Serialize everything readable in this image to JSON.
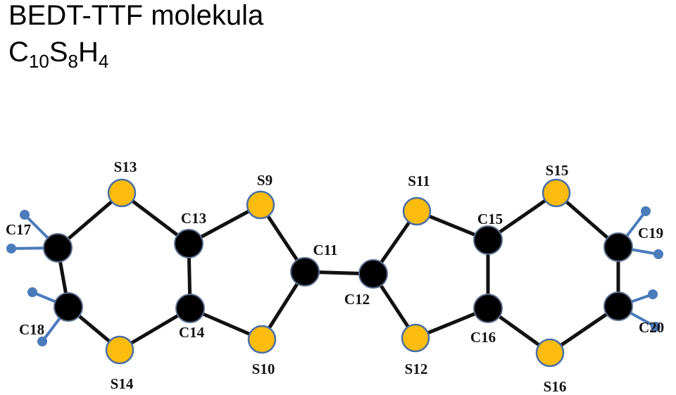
{
  "title": "BEDT-TTF molekula",
  "formula": {
    "parts": [
      {
        "text": "C"
      },
      {
        "sub": "10"
      },
      {
        "text": "S"
      },
      {
        "sub": "8"
      },
      {
        "text": "H"
      },
      {
        "sub": "4"
      }
    ]
  },
  "colors": {
    "carbon": "#000000",
    "sulfur": "#fbbc0e",
    "sulfur_stroke": "#4a6fa5",
    "hydrogen": "#4a7bbb",
    "bond": "#111111"
  },
  "atoms": [
    {
      "id": "C17",
      "label": "C17",
      "element": "C"
    },
    {
      "id": "C18",
      "label": "C18",
      "element": "C"
    },
    {
      "id": "S13",
      "label": "S13",
      "element": "S"
    },
    {
      "id": "S14",
      "label": "S14",
      "element": "S"
    },
    {
      "id": "C13",
      "label": "C13",
      "element": "C"
    },
    {
      "id": "C14",
      "label": "C14",
      "element": "C"
    },
    {
      "id": "S9",
      "label": "S9",
      "element": "S"
    },
    {
      "id": "S10",
      "label": "S10",
      "element": "S"
    },
    {
      "id": "C11",
      "label": "C11",
      "element": "C"
    },
    {
      "id": "C12",
      "label": "C12",
      "element": "C"
    },
    {
      "id": "S11",
      "label": "S11",
      "element": "S"
    },
    {
      "id": "S12",
      "label": "S12",
      "element": "S"
    },
    {
      "id": "C15",
      "label": "C15",
      "element": "C"
    },
    {
      "id": "C16",
      "label": "C16",
      "element": "C"
    },
    {
      "id": "S15",
      "label": "S15",
      "element": "S"
    },
    {
      "id": "S16",
      "label": "S16",
      "element": "S"
    },
    {
      "id": "C19",
      "label": "C19",
      "element": "C"
    },
    {
      "id": "C20",
      "label": "C20",
      "element": "C"
    }
  ],
  "bonds": [
    [
      "C17",
      "C18"
    ],
    [
      "C17",
      "S13"
    ],
    [
      "C18",
      "S14"
    ],
    [
      "S13",
      "C13"
    ],
    [
      "S14",
      "C14"
    ],
    [
      "C13",
      "C14"
    ],
    [
      "C13",
      "S9"
    ],
    [
      "C14",
      "S10"
    ],
    [
      "S9",
      "C11"
    ],
    [
      "S10",
      "C11"
    ],
    [
      "C11",
      "C12"
    ],
    [
      "C12",
      "S11"
    ],
    [
      "C12",
      "S12"
    ],
    [
      "S11",
      "C15"
    ],
    [
      "S12",
      "C16"
    ],
    [
      "C15",
      "C16"
    ],
    [
      "C15",
      "S15"
    ],
    [
      "C16",
      "S16"
    ],
    [
      "S15",
      "C19"
    ],
    [
      "S16",
      "C20"
    ],
    [
      "C19",
      "C20"
    ]
  ],
  "hydrogens": [
    {
      "on": "C17",
      "count": 2
    },
    {
      "on": "C18",
      "count": 2
    },
    {
      "on": "C19",
      "count": 2
    },
    {
      "on": "C20",
      "count": 2
    }
  ]
}
